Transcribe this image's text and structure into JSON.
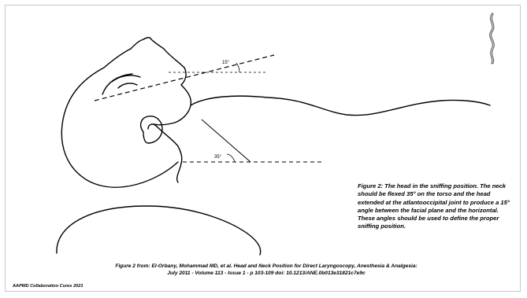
{
  "figure": {
    "angle_face_label": "15°",
    "angle_neck_label": "35°",
    "caption": "Figure 2: The head in the sniffing position. The neck should be flexed 35° on the torso and the head extended at the atlantooccipital joint to produce a 15° angle between the facial plane and the horizontal. These angles should be used to define the proper sniffing position."
  },
  "source": {
    "line1": "Figure 2 from: El-Orbany, Mohammad MD, et al. Head and Neck Position for Direct Laryngoscopy, Anesthesia & Analgesia:",
    "line2": "July 2011 - Volume 113 - Issue 1 - p 103-109 doi: 10.1213/ANE.0b013e31821c7e9c"
  },
  "footer": {
    "text": "AAPMD Collaboration Cures 2021"
  },
  "logo": {
    "icon": "spine-logo-icon"
  }
}
